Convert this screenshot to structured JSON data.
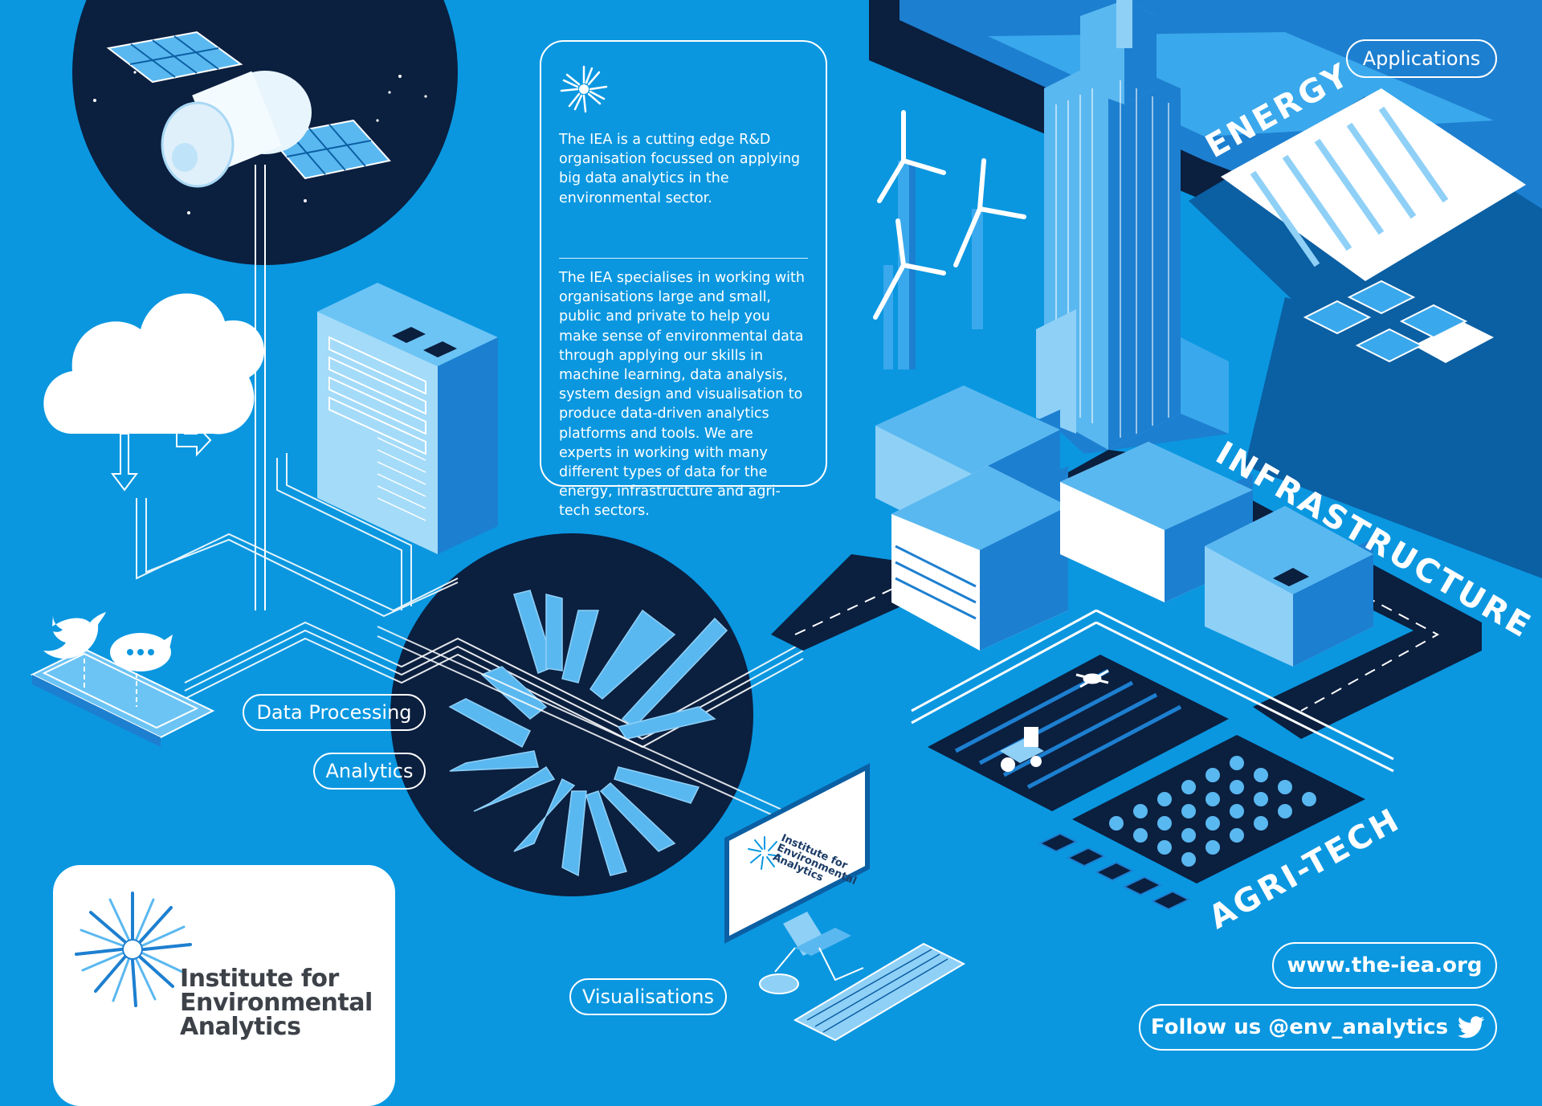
{
  "labels": {
    "applications": "Applications",
    "data_processing": "Data Processing",
    "analytics": "Analytics",
    "visualisations": "Visualisations"
  },
  "info": {
    "paragraph1": "The IEA is a cutting edge R&D organisation focussed on applying big data analytics in the environmental sector.",
    "paragraph2": "The IEA  specialises in working with organisations large and small, public and private to help you make sense of environmental data through applying our skills in machine learning, data analysis, system design and visualisation to produce data-driven analytics platforms and tools. We are experts in working with many different types of data for the energy, infrastructure and agri-tech sectors."
  },
  "sectors": {
    "energy": "ENERGY",
    "infrastructure": "INFRASTRUCTURE",
    "agritech": "AGRI-TECH"
  },
  "logo": {
    "line1": "Institute for",
    "line2": "Environmental",
    "line3": "Analytics"
  },
  "contact": {
    "website": "www.the-iea.org",
    "follow": "Follow us @env_analytics"
  },
  "icons": [
    "sunburst-logo-icon",
    "twitter-bird-icon",
    "satellite-icon",
    "cloud-icon",
    "server-icon",
    "smartphone-icon",
    "monitor-icon",
    "wind-turbine-icon",
    "dam-icon",
    "solar-panel-icon",
    "tractor-icon",
    "drone-icon"
  ],
  "colors": {
    "background": "#0a97e0",
    "navy": "#0b1f3f",
    "light_blue": "#8fd0f7",
    "white": "#ffffff",
    "logo_text": "#3d4148"
  }
}
